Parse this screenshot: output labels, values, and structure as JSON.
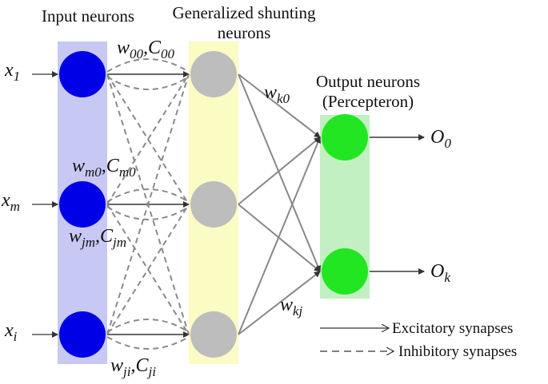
{
  "headers": {
    "input": "Input neurons",
    "shunting_line1": "Generalized shunting",
    "shunting_line2": "neurons",
    "output_line1": "Output neurons",
    "output_line2": "(Percepteron)"
  },
  "inputs": [
    {
      "base": "x",
      "sub": "1"
    },
    {
      "base": "x",
      "sub": "m"
    },
    {
      "base": "x",
      "sub": "i"
    }
  ],
  "outputs": [
    {
      "base": "O",
      "sub": "0"
    },
    {
      "base": "O",
      "sub": "k"
    }
  ],
  "weight_labels": {
    "w00": {
      "w": "w",
      "wsub": "00",
      "c": "C",
      "csub": "00"
    },
    "wm0": {
      "w": "w",
      "wsub": "m0",
      "c": "C",
      "csub": "m0"
    },
    "wjm": {
      "w": "w",
      "wsub": "jm",
      "c": "C",
      "csub": "jm"
    },
    "wji": {
      "w": "w",
      "wsub": "ji",
      "c": "C",
      "csub": "ji"
    },
    "wk0": {
      "w": "w",
      "wsub": "k0"
    },
    "wkj": {
      "w": "w",
      "wsub": "kj"
    }
  },
  "legend": {
    "excitatory": "Excitatory synapses",
    "inhibitory": "Inhibitory synapses"
  },
  "colors": {
    "input_neuron": "#0000e6",
    "shunting_neuron": "#bdbdbd",
    "output_neuron": "#22e622",
    "input_band": "#c8c8f4",
    "shunting_band": "#fbfbc4",
    "output_band": "#c2f0c2"
  }
}
